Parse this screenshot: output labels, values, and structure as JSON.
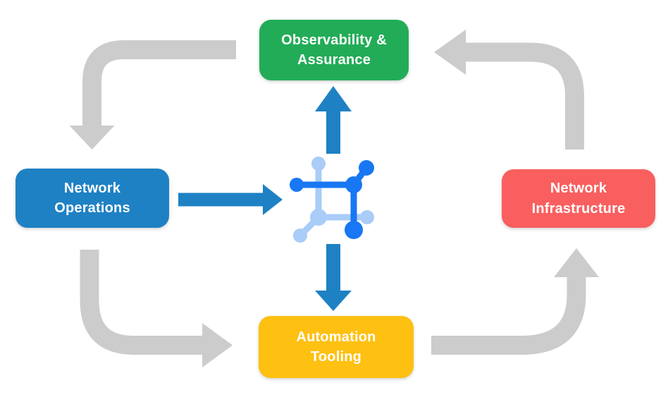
{
  "colors": {
    "background": "#FFFFFF",
    "node_green": "#22AC57",
    "node_blue": "#1E81C4",
    "node_red": "#F95F5F",
    "node_yellow": "#FEC011",
    "arrow_blue": "#1E81C4",
    "arrow_gray": "#CCCCCC",
    "icon_dark_blue": "#1877F2",
    "icon_light_blue": "#A9CCF8",
    "label_text": "#FFFFFF"
  },
  "nodes": {
    "observability": {
      "label": "Observability &\nAssurance",
      "color": "#22AC57"
    },
    "operations": {
      "label": "Network\nOperations",
      "color": "#1E81C4"
    },
    "infrastructure": {
      "label": "Network\nInfrastructure",
      "color": "#F95F5F"
    },
    "automation": {
      "label": "Automation\nTooling",
      "color": "#FEC011"
    }
  },
  "center_icon": {
    "name": "network-platform-icon",
    "style": "square network/molecule glyph in two blues"
  },
  "flows": [
    {
      "id": "operations-to-platform",
      "from": "Network Operations",
      "to": "network-platform-icon",
      "style": "solid-blue-straight",
      "direction": "right"
    },
    {
      "id": "platform-to-observability",
      "from": "network-platform-icon",
      "to": "Observability & Assurance",
      "style": "solid-blue-straight",
      "direction": "up"
    },
    {
      "id": "platform-to-automation",
      "from": "network-platform-icon",
      "to": "Automation Tooling",
      "style": "solid-blue-straight",
      "direction": "down"
    },
    {
      "id": "observability-to-operations",
      "from": "Observability & Assurance",
      "to": "Network Operations",
      "style": "gray-elbow",
      "direction": "left-then-down"
    },
    {
      "id": "operations-to-automation",
      "from": "Network Operations",
      "to": "Automation Tooling",
      "style": "gray-elbow",
      "direction": "down-then-right"
    },
    {
      "id": "automation-to-infrastructure",
      "from": "Automation Tooling",
      "to": "Network Infrastructure",
      "style": "gray-elbow",
      "direction": "right-then-up"
    },
    {
      "id": "infrastructure-to-observability",
      "from": "Network Infrastructure",
      "to": "Observability & Assurance",
      "style": "gray-elbow",
      "direction": "up-then-left"
    }
  ]
}
